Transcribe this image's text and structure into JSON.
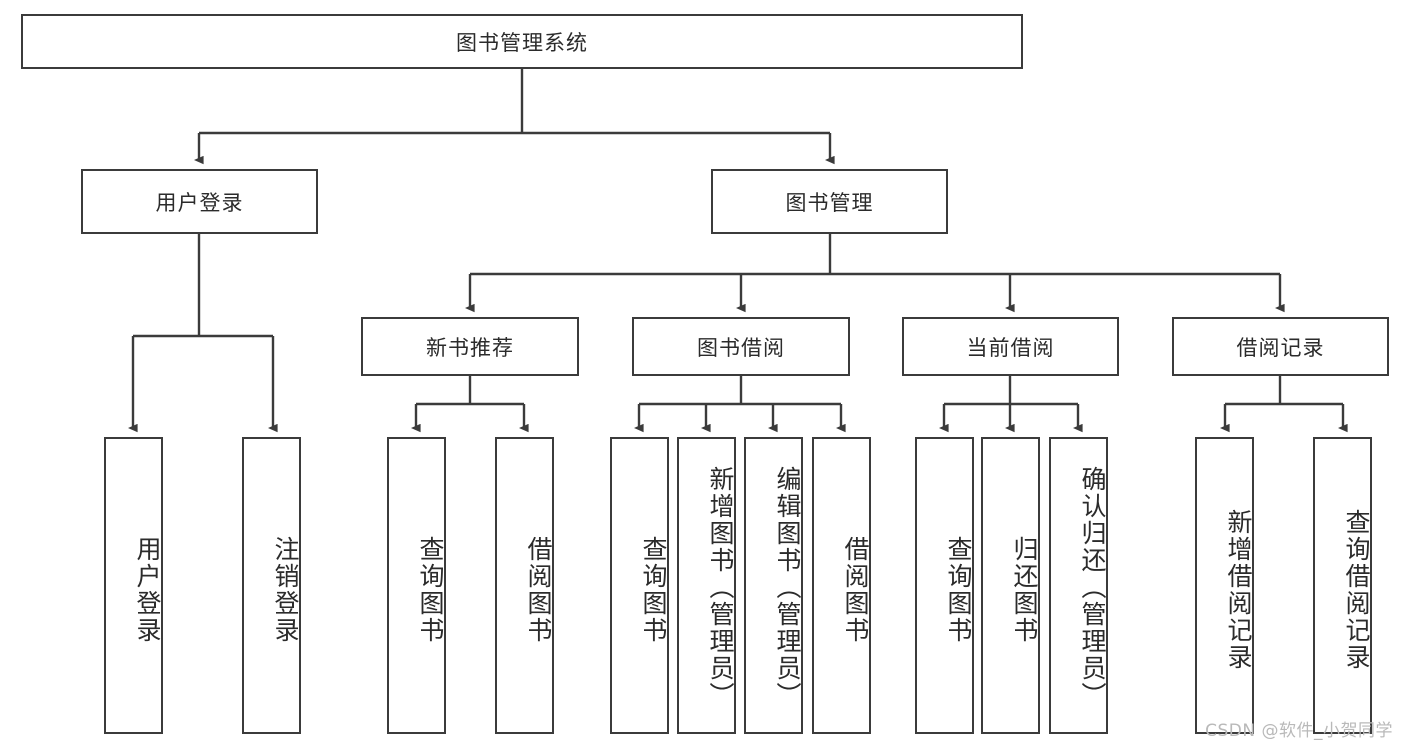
{
  "diagram": {
    "title_node": {
      "label": "图书管理系统"
    },
    "level2": [
      {
        "id": "user-login",
        "label": "用户登录"
      },
      {
        "id": "book-management",
        "label": "图书管理"
      }
    ],
    "level3": [
      {
        "id": "new-book-recommend",
        "label": "新书推荐"
      },
      {
        "id": "book-borrow",
        "label": "图书借阅"
      },
      {
        "id": "current-borrow",
        "label": "当前借阅"
      },
      {
        "id": "borrow-record",
        "label": "借阅记录"
      }
    ],
    "leaves": [
      {
        "id": "leaf-user-login",
        "label": "用户登录",
        "parent": "user-login"
      },
      {
        "id": "leaf-logout-login",
        "label": "注销登录",
        "parent": "user-login"
      },
      {
        "id": "leaf-query-book-1",
        "label": "查询图书",
        "parent": "new-book-recommend"
      },
      {
        "id": "leaf-borrow-book-1",
        "label": "借阅图书",
        "parent": "new-book-recommend"
      },
      {
        "id": "leaf-query-book-2",
        "label": "查询图书",
        "parent": "book-borrow"
      },
      {
        "id": "leaf-add-book",
        "label": "新增图书（管理员）",
        "parent": "book-borrow"
      },
      {
        "id": "leaf-edit-book",
        "label": "编辑图书（管理员）",
        "parent": "book-borrow"
      },
      {
        "id": "leaf-borrow-book-2",
        "label": "借阅图书",
        "parent": "book-borrow"
      },
      {
        "id": "leaf-query-book-3",
        "label": "查询图书",
        "parent": "current-borrow"
      },
      {
        "id": "leaf-return-book",
        "label": "归还图书",
        "parent": "current-borrow"
      },
      {
        "id": "leaf-confirm-return",
        "label": "确认归还（管理员）",
        "parent": "current-borrow"
      },
      {
        "id": "leaf-add-record",
        "label": "新增借阅记录",
        "parent": "borrow-record"
      },
      {
        "id": "leaf-query-record",
        "label": "查询借阅记录",
        "parent": "borrow-record"
      }
    ]
  },
  "watermark": {
    "text": "CSDN @软件_小贺同学"
  },
  "colors": {
    "border": "#3b3b3b",
    "text": "#2b2b2b",
    "background": "#ffffff",
    "watermark": "#b9b9b9"
  }
}
